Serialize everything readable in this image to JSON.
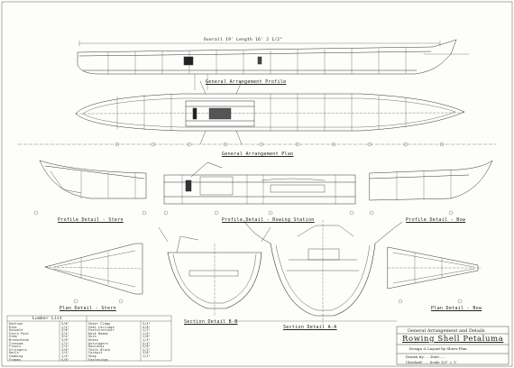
{
  "views": {
    "profile_title": "General Arrangement Profile",
    "plan_title": "General Arrangement Plan",
    "profile_stern": "Profile Detail - Stern",
    "profile_rowing": "Profile Detail - Rowing Station",
    "profile_bow": "Profile Detail - Bow",
    "plan_stern": "Plan Detail - Stern",
    "plan_bow": "Plan Detail - Bow",
    "section_bb": "Section Detail B-B",
    "section_aa": "Section Detail A-A"
  },
  "dimension": "Overall 19' Length 16' 2 1/2\"",
  "lumber_list_title": "Lumber List",
  "lumber_list": [
    [
      "Keelson",
      "5/8\"",
      "Sheer Clamp",
      "3/4\""
    ],
    [
      "Ribs",
      "1/4\"",
      "Seat Carriage",
      "5/8\""
    ],
    [
      "Gunwale",
      "3/8\"",
      "Footstretcher",
      "1/2\""
    ],
    [
      "Stern Post",
      "3/4\"",
      "Deck Beams",
      "1/4\""
    ],
    [
      "Stem",
      "3/4\"",
      "Skin",
      "1/8\""
    ],
    [
      "Breasthook",
      "5/8\"",
      "Knees",
      "1/4\""
    ],
    [
      "Transom",
      "1/2\"",
      "Outriggers",
      "3/4\""
    ],
    [
      "Floors",
      "1/4\"",
      "Rowlocks",
      "5/8\""
    ],
    [
      "Stringers",
      "3/8\"",
      "Thole Block",
      "1/2\""
    ],
    [
      "Rails",
      "1/4\"",
      "Cockpit",
      "3/8\""
    ],
    [
      "Coaming",
      "1/4\"",
      "Skeg",
      "1/2\""
    ],
    [
      "Frames",
      "5/8\"",
      "Fastenings",
      ""
    ]
  ],
  "title_block": {
    "subtitle": "General Arrangement and Details",
    "title": "Rowing Shell Petaluma",
    "line1": "Design & Layout by Sheer Plan",
    "line2": "Drawn by: ...    Date ....",
    "line3": "Checked: ....   Scale 1/2\" = 1'"
  }
}
